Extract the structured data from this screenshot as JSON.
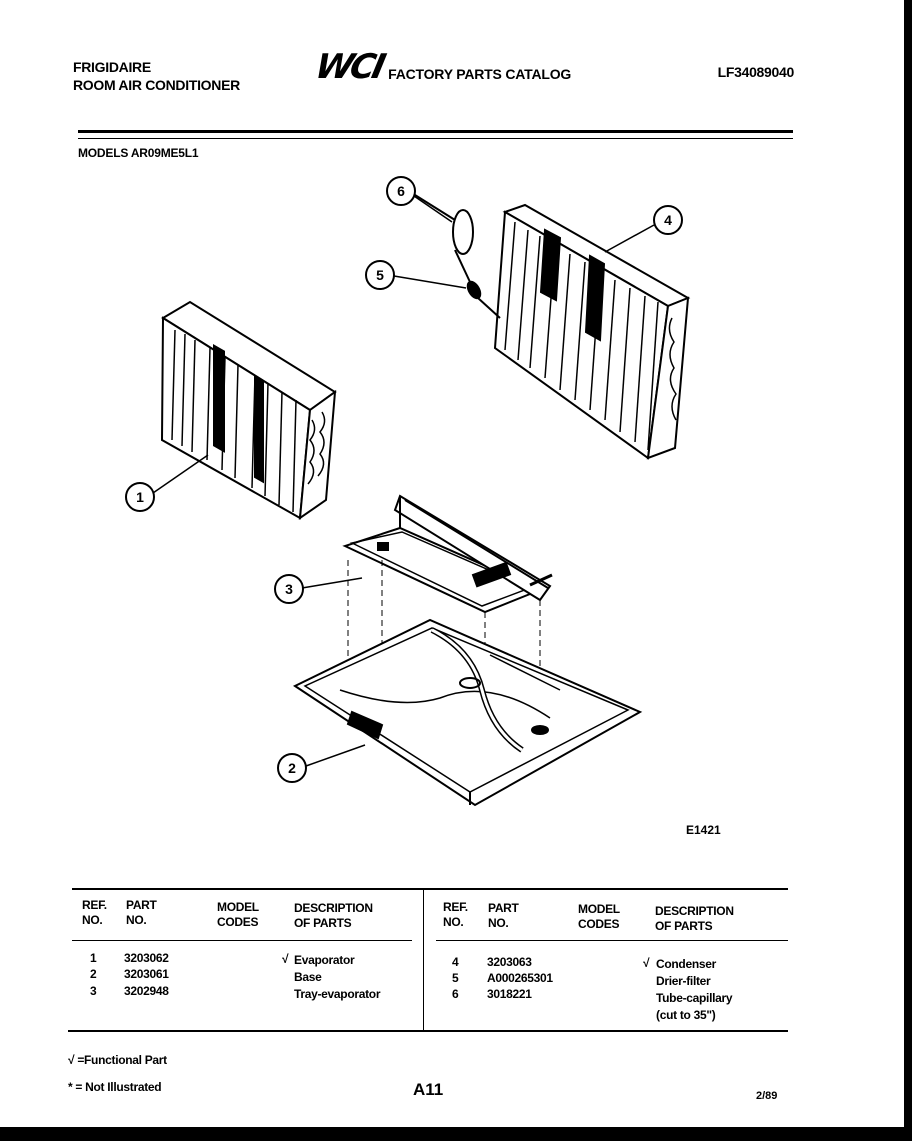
{
  "header": {
    "brand": "FRIGIDAIRE",
    "product": "ROOM AIR CONDITIONER",
    "logo": "WCI",
    "catalog_title": "FACTORY PARTS CATALOG",
    "catalog_number": "LF34089040"
  },
  "models_line": "MODELS AR09ME5L1",
  "diagram": {
    "figure_code": "E1421",
    "callouts": [
      "1",
      "2",
      "3",
      "4",
      "5",
      "6"
    ]
  },
  "table": {
    "headers": {
      "ref": [
        "REF.",
        "NO."
      ],
      "part": [
        "PART",
        "NO."
      ],
      "model": [
        "MODEL",
        "CODES"
      ],
      "desc": [
        "DESCRIPTION",
        "OF PARTS"
      ]
    },
    "left_rows": [
      {
        "ref": "1",
        "part": "3203062",
        "check": "√",
        "desc": "Evaporator"
      },
      {
        "ref": "2",
        "part": "3203061",
        "check": "",
        "desc": "Base"
      },
      {
        "ref": "3",
        "part": "3202948",
        "check": "",
        "desc": "Tray-evaporator"
      }
    ],
    "right_rows": [
      {
        "ref": "4",
        "part": "3203063",
        "check": "√",
        "desc": "Condenser"
      },
      {
        "ref": "5",
        "part": "A000265301",
        "check": "",
        "desc": "Drier-filter"
      },
      {
        "ref": "6",
        "part": "3018221",
        "check": "",
        "desc": "Tube-capillary"
      },
      {
        "ref": "",
        "part": "",
        "check": "",
        "desc": "(cut to 35\")"
      }
    ]
  },
  "legend": {
    "functional": "√ =Functional Part",
    "not_illustrated": "* = Not Illustrated"
  },
  "footer": {
    "page_number": "A11",
    "date": "2/89"
  }
}
